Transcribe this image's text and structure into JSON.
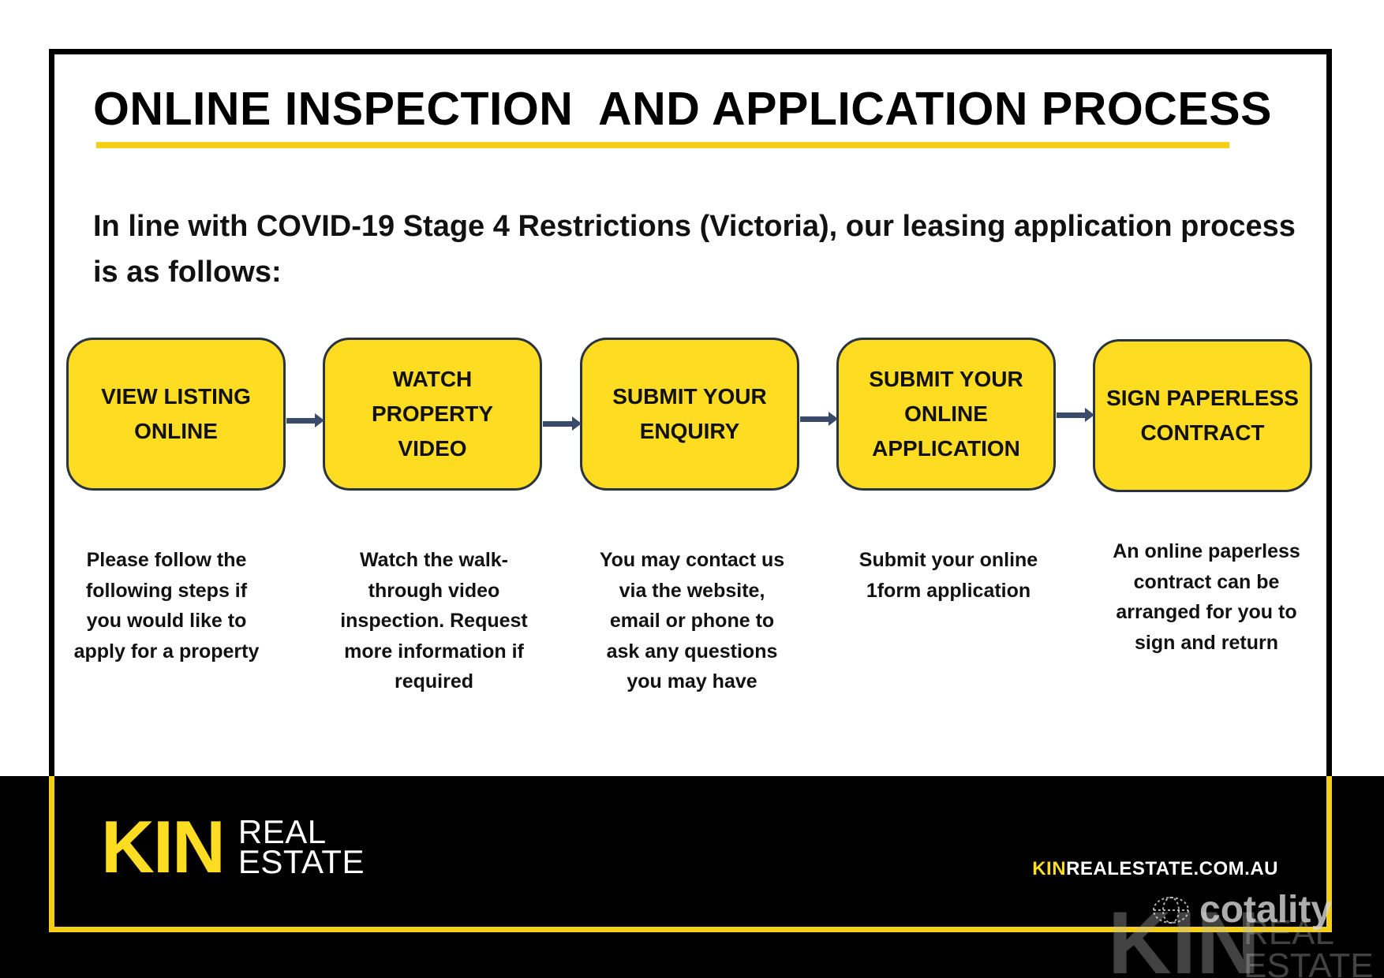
{
  "title": "ONLINE INSPECTION  AND APPLICATION PROCESS",
  "intro": "In line with COVID-19 Stage 4 Restrictions (Victoria), our leasing application process is as follows:",
  "steps": [
    {
      "label_lines": [
        "VIEW LISTING",
        "ONLINE"
      ],
      "description_lines": [
        "Please follow the",
        "following steps if",
        "you would like to",
        "apply for a property"
      ]
    },
    {
      "label_lines": [
        "WATCH",
        "PROPERTY",
        "VIDEO"
      ],
      "description_lines": [
        "Watch the walk-",
        "through video",
        "inspection. Request",
        "more information if",
        "required"
      ]
    },
    {
      "label_lines": [
        "SUBMIT YOUR",
        "ENQUIRY"
      ],
      "description_lines": [
        "You may contact us",
        "via the website,",
        "email or phone to",
        "ask any questions",
        "you may have"
      ]
    },
    {
      "label_lines": [
        "SUBMIT YOUR",
        "ONLINE",
        "APPLICATION"
      ],
      "description_lines": [
        "Submit your online",
        "1form application"
      ]
    },
    {
      "label_lines": [
        "SIGN PAPERLESS",
        "CONTRACT"
      ],
      "description_lines": [
        "An online paperless",
        "contract can be",
        "arranged for you to",
        "sign and return"
      ]
    }
  ],
  "footer": {
    "logo_kin": "KIN",
    "logo_real": "REAL",
    "logo_estate": "ESTATE",
    "website_highlight": "KIN",
    "website_rest": "REALESTATE.COM.AU"
  },
  "watermark": {
    "brand": "cotality",
    "kin": "KIN",
    "real": "REAL",
    "estate": "ESTATE"
  },
  "colors": {
    "accent_yellow": "#fddc21",
    "underline_yellow": "#f4cf17",
    "box_border": "#2a3440",
    "arrow": "#3a4a6b",
    "footer_bg": "#000000"
  }
}
